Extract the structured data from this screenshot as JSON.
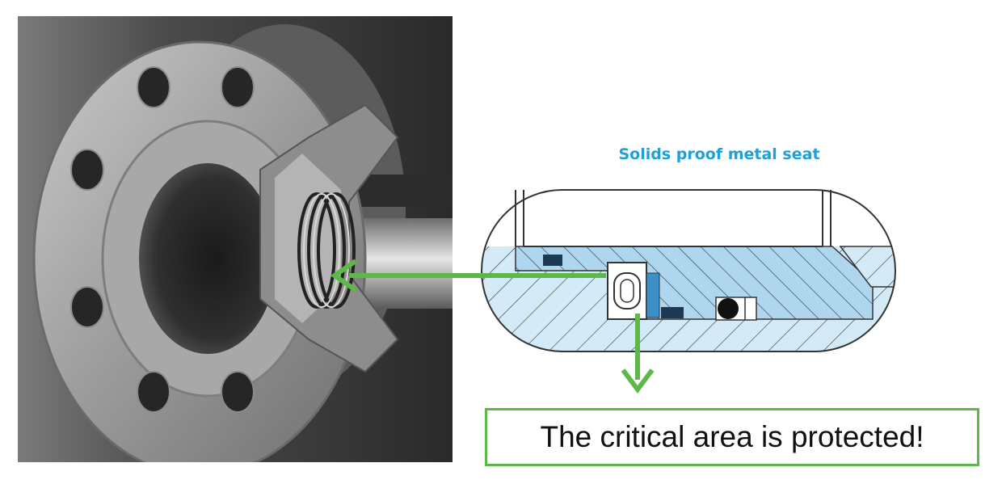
{
  "schematic": {
    "title": "Solids proof metal seat"
  },
  "callout": {
    "text": "The critical area is protected!"
  },
  "colors": {
    "title_blue": "#1ea0d8",
    "arrow_green": "#5cb848",
    "section_light_blue": "#d4ebf7",
    "section_mid_blue": "#aed6ef",
    "outline": "#333333",
    "metal_dark": "#3a3a3a",
    "metal_light": "#b8b8b8"
  },
  "icons": {
    "photo": "flanged-valve-seat-cutaway",
    "diagram": "valve-seat-cross-section",
    "arrows": [
      "arrow-left-icon",
      "arrow-down-icon"
    ]
  }
}
